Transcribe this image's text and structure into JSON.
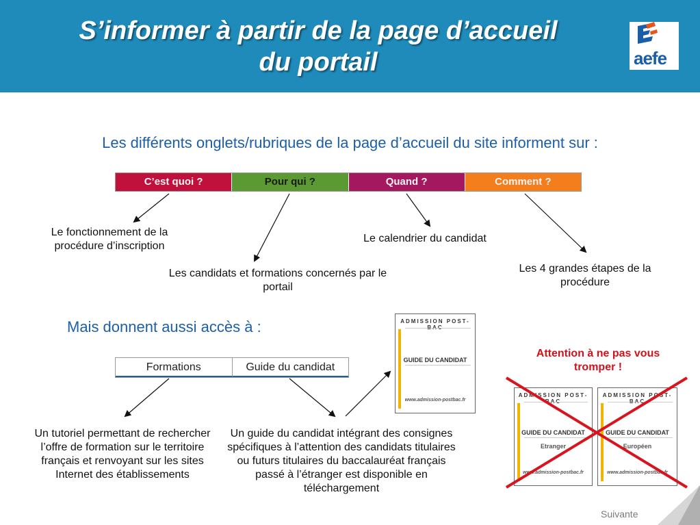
{
  "header": {
    "title_line1": "S’informer à partir de la page d’accueil",
    "title_line2": "du portail",
    "logo_text": "aefe"
  },
  "intro": "Les différents onglets/rubriques de la page d’accueil du site informent sur :",
  "tabs": [
    {
      "label": "C’est quoi ?",
      "bg": "#c0113c",
      "color": "#f2f2f2"
    },
    {
      "label": "Pour qui ?",
      "bg": "#5b9a32",
      "color": "#1a1a1a"
    },
    {
      "label": "Quand ?",
      "bg": "#a4185f",
      "color": "#f2f2f2"
    },
    {
      "label": "Comment ?",
      "bg": "#f47d1c",
      "color": "#f2f2f2"
    }
  ],
  "notes": {
    "fonctionnement": "Le fonctionnement de la procédure d’inscription",
    "candidats": "Les candidats et formations concernés par le portail",
    "calendrier": "Le calendrier du candidat",
    "etapes": "Les 4 grandes étapes de la procédure"
  },
  "mais": "Mais donnent aussi accès à :",
  "tabs2": [
    "Formations",
    "Guide du candidat"
  ],
  "notes2": {
    "tutoriel": "Un tutoriel permettant de rechercher l’offre de formation sur le territoire français et renvoyant sur les sites Internet des établissements",
    "guide": "Un guide du candidat intégrant des consignes spécifiques à l’attention des candidats titulaires ou futurs titulaires du baccalauréat français passé à l’étranger est disponible en téléchargement"
  },
  "warning": "Attention à ne pas vous tromper !",
  "docs": {
    "main": {
      "head": "ADMISSION POST-BAC",
      "title": "GUIDE DU CANDIDAT",
      "url": "www.admission-postbac.fr"
    },
    "etranger": {
      "head": "ADMISSION POST-BAC",
      "title": "GUIDE DU CANDIDAT",
      "sub": "Etranger",
      "url": "www.admission-postbac.fr"
    },
    "europeen": {
      "head": "ADMISSION POST-BAC",
      "title": "GUIDE DU CANDIDAT",
      "sub": "Européen",
      "url": "www.admission-postbac.fr"
    }
  },
  "suivante": "Suivante",
  "colors": {
    "header": "#1f8bbb",
    "accent_blue": "#1c5fa8",
    "warning_red": "#d1121b",
    "cross_red": "#d8141e"
  }
}
